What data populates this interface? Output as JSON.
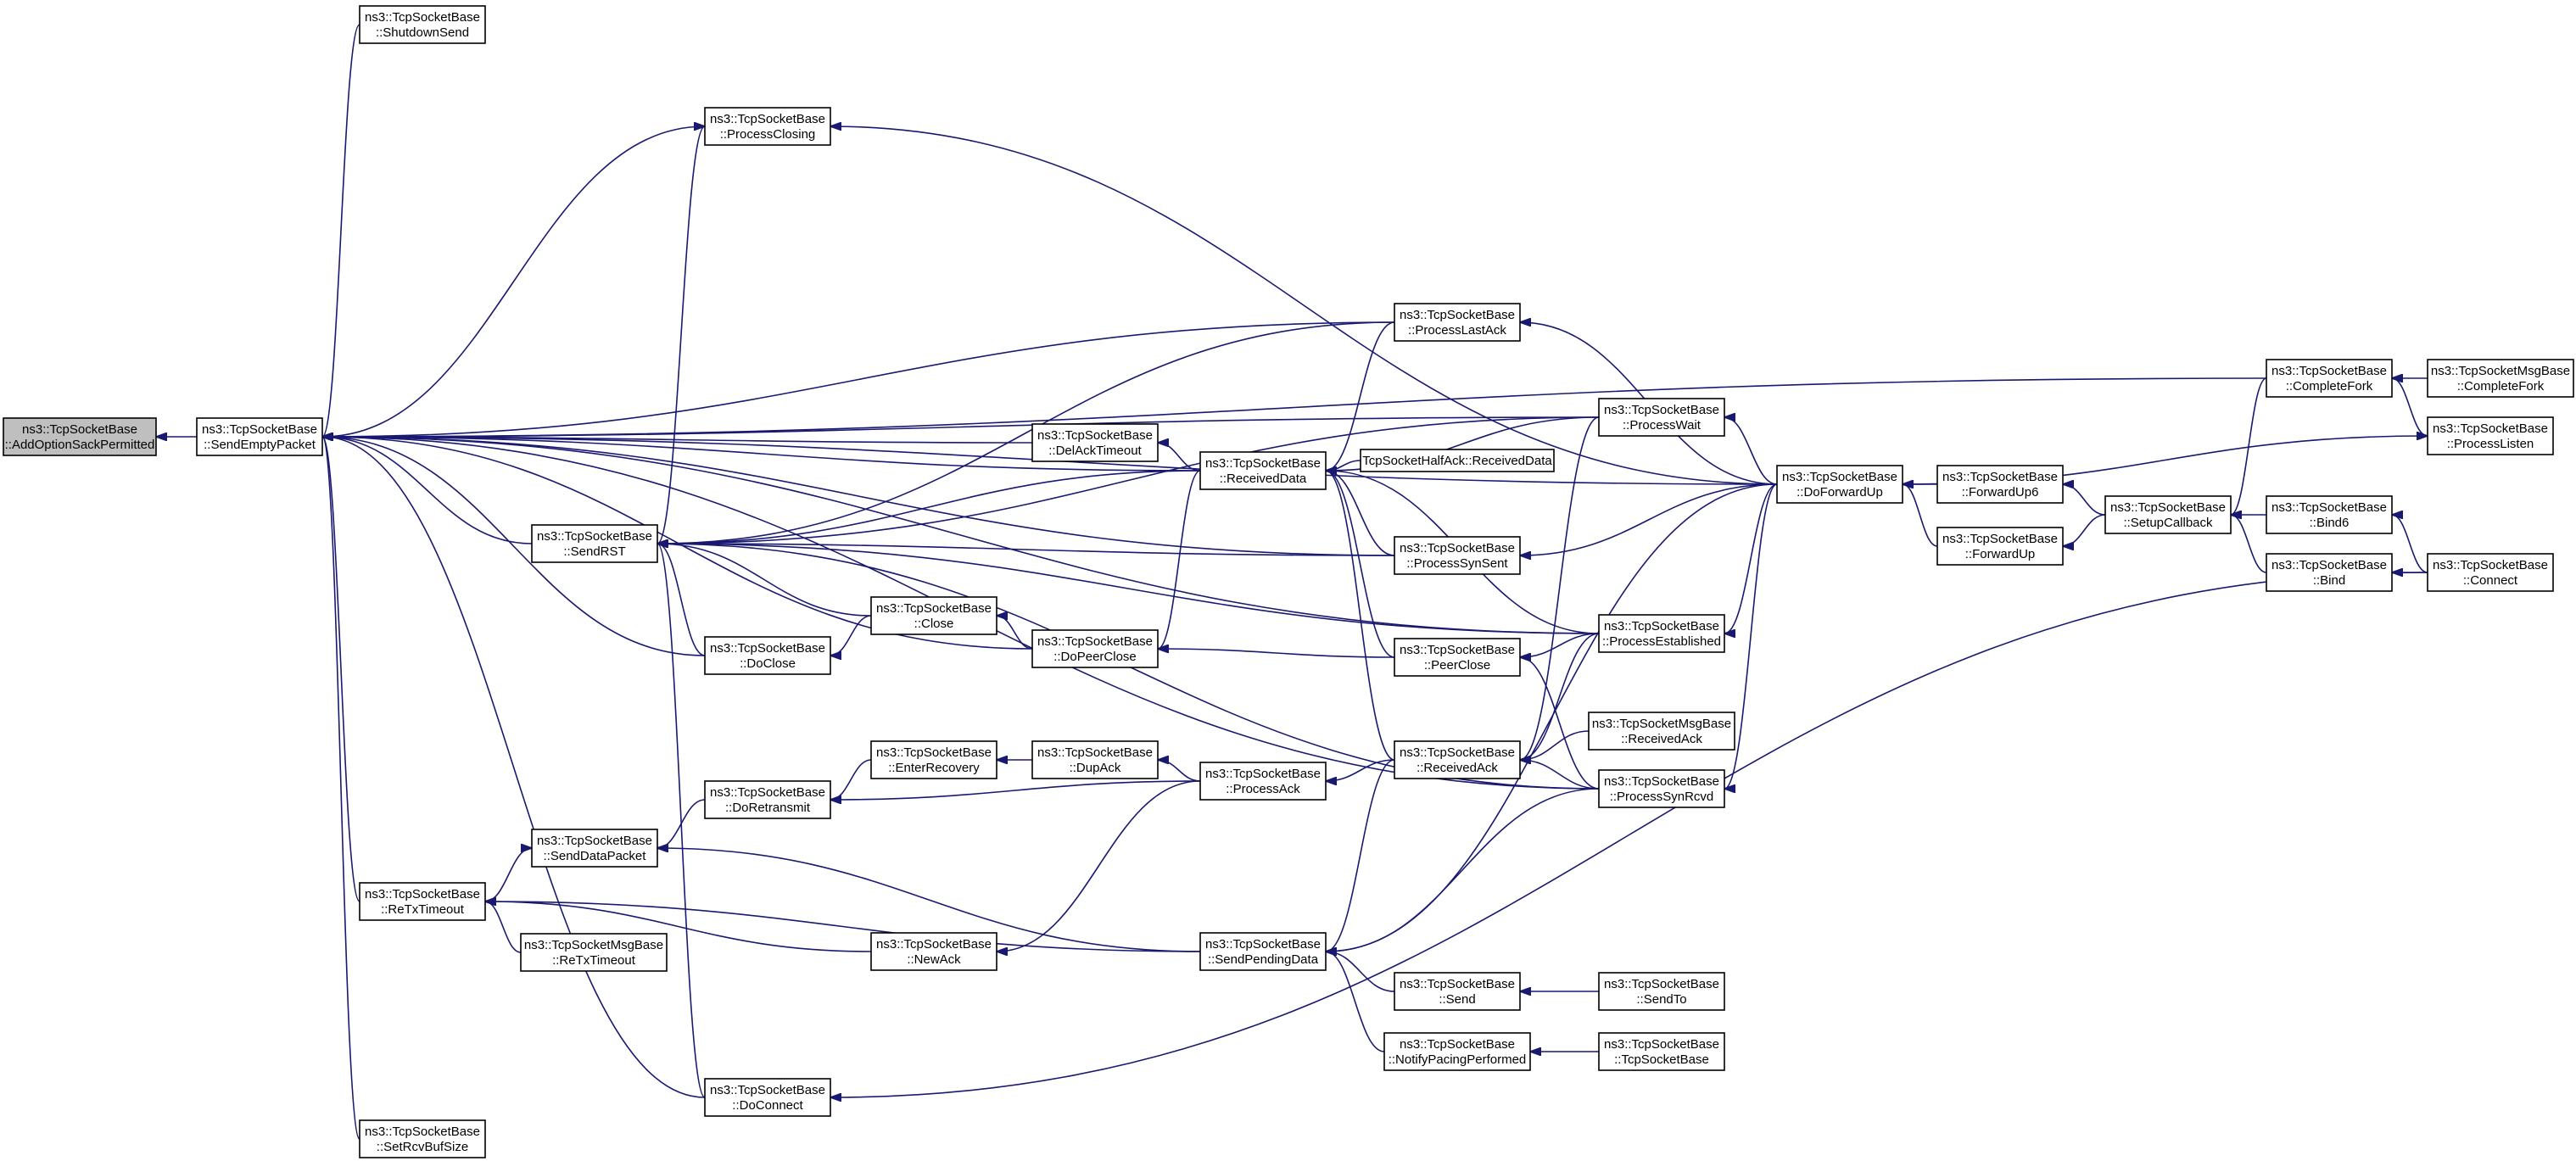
{
  "diagram": {
    "type": "call-graph",
    "edge_color": "#191970",
    "focus_fill": "#bfbfbf",
    "nodes": [
      {
        "id": "addoption",
        "lines": [
          "ns3::TcpSocketBase",
          "::AddOptionSackPermitted"
        ],
        "focus": true
      },
      {
        "id": "sendempty",
        "lines": [
          "ns3::TcpSocketBase",
          "::SendEmptyPacket"
        ]
      },
      {
        "id": "shutdownsend",
        "lines": [
          "ns3::TcpSocketBase",
          "::ShutdownSend"
        ]
      },
      {
        "id": "processclosing",
        "lines": [
          "ns3::TcpSocketBase",
          "::ProcessClosing"
        ]
      },
      {
        "id": "sendrst",
        "lines": [
          "ns3::TcpSocketBase",
          "::SendRST"
        ]
      },
      {
        "id": "doclose",
        "lines": [
          "ns3::TcpSocketBase",
          "::DoClose"
        ]
      },
      {
        "id": "senddatapacket",
        "lines": [
          "ns3::TcpSocketBase",
          "::SendDataPacket"
        ]
      },
      {
        "id": "retxtimeout",
        "lines": [
          "ns3::TcpSocketBase",
          "::ReTxTimeout"
        ]
      },
      {
        "id": "msgretx",
        "lines": [
          "ns3::TcpSocketMsgBase",
          "::ReTxTimeout"
        ]
      },
      {
        "id": "doconnect",
        "lines": [
          "ns3::TcpSocketBase",
          "::DoConnect"
        ]
      },
      {
        "id": "setrcvbuf",
        "lines": [
          "ns3::TcpSocketBase",
          "::SetRcvBufSize"
        ]
      },
      {
        "id": "delacktimeout",
        "lines": [
          "ns3::TcpSocketBase",
          "::DelAckTimeout"
        ]
      },
      {
        "id": "close",
        "lines": [
          "ns3::TcpSocketBase",
          "::Close"
        ]
      },
      {
        "id": "doretransmit",
        "lines": [
          "ns3::TcpSocketBase",
          "::DoRetransmit"
        ]
      },
      {
        "id": "enterrecovery",
        "lines": [
          "ns3::TcpSocketBase",
          "::EnterRecovery"
        ]
      },
      {
        "id": "dopeerclose",
        "lines": [
          "ns3::TcpSocketBase",
          "::DoPeerClose"
        ]
      },
      {
        "id": "dupack",
        "lines": [
          "ns3::TcpSocketBase",
          "::DupAck"
        ]
      },
      {
        "id": "newack",
        "lines": [
          "ns3::TcpSocketBase",
          "::NewAck"
        ]
      },
      {
        "id": "receiveddata",
        "lines": [
          "ns3::TcpSocketBase",
          "::ReceivedData"
        ]
      },
      {
        "id": "processack",
        "lines": [
          "ns3::TcpSocketBase",
          "::ProcessAck"
        ]
      },
      {
        "id": "sendpending",
        "lines": [
          "ns3::TcpSocketBase",
          "::SendPendingData"
        ]
      },
      {
        "id": "processlastack",
        "lines": [
          "ns3::TcpSocketBase",
          "::ProcessLastAck"
        ]
      },
      {
        "id": "halfack",
        "lines": [
          "TcpSocketHalfAck::ReceivedData"
        ]
      },
      {
        "id": "processsynsent",
        "lines": [
          "ns3::TcpSocketBase",
          "::ProcessSynSent"
        ]
      },
      {
        "id": "peerclose",
        "lines": [
          "ns3::TcpSocketBase",
          "::PeerClose"
        ]
      },
      {
        "id": "receivedack",
        "lines": [
          "ns3::TcpSocketBase",
          "::ReceivedAck"
        ]
      },
      {
        "id": "send",
        "lines": [
          "ns3::TcpSocketBase",
          "::Send"
        ]
      },
      {
        "id": "notifypacing",
        "lines": [
          "ns3::TcpSocketBase",
          "::NotifyPacingPerformed"
        ]
      },
      {
        "id": "processwait",
        "lines": [
          "ns3::TcpSocketBase",
          "::ProcessWait"
        ]
      },
      {
        "id": "processestablished",
        "lines": [
          "ns3::TcpSocketBase",
          "::ProcessEstablished"
        ]
      },
      {
        "id": "msgreceivedack",
        "lines": [
          "ns3::TcpSocketMsgBase",
          "::ReceivedAck"
        ]
      },
      {
        "id": "processsynrcvd",
        "lines": [
          "ns3::TcpSocketBase",
          "::ProcessSynRcvd"
        ]
      },
      {
        "id": "sendto",
        "lines": [
          "ns3::TcpSocketBase",
          "::SendTo"
        ]
      },
      {
        "id": "ctor",
        "lines": [
          "ns3::TcpSocketBase",
          "::TcpSocketBase"
        ]
      },
      {
        "id": "doforwardup",
        "lines": [
          "ns3::TcpSocketBase",
          "::DoForwardUp"
        ]
      },
      {
        "id": "forwardup6",
        "lines": [
          "ns3::TcpSocketBase",
          "::ForwardUp6"
        ]
      },
      {
        "id": "forwardup",
        "lines": [
          "ns3::TcpSocketBase",
          "::ForwardUp"
        ]
      },
      {
        "id": "setupcallback",
        "lines": [
          "ns3::TcpSocketBase",
          "::SetupCallback"
        ]
      },
      {
        "id": "completefork",
        "lines": [
          "ns3::TcpSocketBase",
          "::CompleteFork"
        ]
      },
      {
        "id": "bind6",
        "lines": [
          "ns3::TcpSocketBase",
          "::Bind6"
        ]
      },
      {
        "id": "bind",
        "lines": [
          "ns3::TcpSocketBase",
          "::Bind"
        ]
      },
      {
        "id": "msgcompletefork",
        "lines": [
          "ns3::TcpSocketMsgBase",
          "::CompleteFork"
        ]
      },
      {
        "id": "processlisten",
        "lines": [
          "ns3::TcpSocketBase",
          "::ProcessListen"
        ]
      },
      {
        "id": "connect",
        "lines": [
          "ns3::TcpSocketBase",
          "::Connect"
        ]
      }
    ],
    "edges": [
      [
        "sendempty",
        "addoption"
      ],
      [
        "shutdownsend",
        "sendempty"
      ],
      [
        "processclosing",
        "sendempty"
      ],
      [
        "sendrst",
        "sendempty"
      ],
      [
        "doclose",
        "sendempty"
      ],
      [
        "retxtimeout",
        "sendempty"
      ],
      [
        "doconnect",
        "sendempty"
      ],
      [
        "setrcvbuf",
        "sendempty"
      ],
      [
        "delacktimeout",
        "sendempty"
      ],
      [
        "dopeerclose",
        "sendempty"
      ],
      [
        "receiveddata",
        "sendempty"
      ],
      [
        "processlastack",
        "sendempty"
      ],
      [
        "processsynsent",
        "sendempty"
      ],
      [
        "processwait",
        "sendempty"
      ],
      [
        "processestablished",
        "sendempty"
      ],
      [
        "processsynrcvd",
        "sendempty"
      ],
      [
        "doforwardup",
        "sendempty"
      ],
      [
        "completefork",
        "sendempty"
      ],
      [
        "sendrst",
        "processclosing"
      ],
      [
        "doclose",
        "sendrst"
      ],
      [
        "close",
        "sendrst"
      ],
      [
        "doconnect",
        "sendrst"
      ],
      [
        "receiveddata",
        "sendrst"
      ],
      [
        "processlastack",
        "sendrst"
      ],
      [
        "processsynsent",
        "sendrst"
      ],
      [
        "processwait",
        "sendrst"
      ],
      [
        "processestablished",
        "sendrst"
      ],
      [
        "processsynrcvd",
        "sendrst"
      ],
      [
        "close",
        "doclose"
      ],
      [
        "dopeerclose",
        "close"
      ],
      [
        "retxtimeout",
        "senddatapacket"
      ],
      [
        "doretransmit",
        "senddatapacket"
      ],
      [
        "sendpending",
        "senddatapacket"
      ],
      [
        "msgretx",
        "retxtimeout"
      ],
      [
        "newack",
        "retxtimeout"
      ],
      [
        "sendpending",
        "retxtimeout"
      ],
      [
        "enterrecovery",
        "doretransmit"
      ],
      [
        "processack",
        "doretransmit"
      ],
      [
        "dupack",
        "enterrecovery"
      ],
      [
        "processack",
        "dupack"
      ],
      [
        "processack",
        "newack"
      ],
      [
        "receiveddata",
        "delacktimeout"
      ],
      [
        "receiveddata",
        "dopeerclose"
      ],
      [
        "peerclose",
        "dopeerclose"
      ],
      [
        "receivedack",
        "processack"
      ],
      [
        "halfack",
        "receiveddata"
      ],
      [
        "processlastack",
        "receiveddata"
      ],
      [
        "processsynsent",
        "receiveddata"
      ],
      [
        "peerclose",
        "receiveddata"
      ],
      [
        "receivedack",
        "receiveddata"
      ],
      [
        "processwait",
        "receiveddata"
      ],
      [
        "processestablished",
        "receiveddata"
      ],
      [
        "receivedack",
        "sendpending"
      ],
      [
        "send",
        "sendpending"
      ],
      [
        "notifypacing",
        "sendpending"
      ],
      [
        "doforwardup",
        "sendpending"
      ],
      [
        "processsynrcvd",
        "sendpending"
      ],
      [
        "processestablished",
        "peerclose"
      ],
      [
        "processsynrcvd",
        "peerclose"
      ],
      [
        "processwait",
        "receivedack"
      ],
      [
        "processestablished",
        "receivedack"
      ],
      [
        "msgreceivedack",
        "receivedack"
      ],
      [
        "processsynrcvd",
        "receivedack"
      ],
      [
        "sendto",
        "send"
      ],
      [
        "ctor",
        "notifypacing"
      ],
      [
        "doforwardup",
        "processclosing"
      ],
      [
        "doforwardup",
        "processlastack"
      ],
      [
        "doforwardup",
        "processwait"
      ],
      [
        "doforwardup",
        "processestablished"
      ],
      [
        "doforwardup",
        "processsynsent"
      ],
      [
        "doforwardup",
        "processsynrcvd"
      ],
      [
        "forwardup6",
        "doforwardup"
      ],
      [
        "forwardup",
        "doforwardup"
      ],
      [
        "setupcallback",
        "forwardup6"
      ],
      [
        "setupcallback",
        "forwardup"
      ],
      [
        "bind6",
        "setupcallback"
      ],
      [
        "bind",
        "setupcallback"
      ],
      [
        "connect",
        "bind6"
      ],
      [
        "connect",
        "bind"
      ],
      [
        "connect",
        "doconnect"
      ],
      [
        "completefork",
        "setupcallback"
      ],
      [
        "msgcompletefork",
        "completefork"
      ],
      [
        "processlisten",
        "completefork"
      ],
      [
        "doforwardup",
        "processlisten"
      ]
    ]
  }
}
